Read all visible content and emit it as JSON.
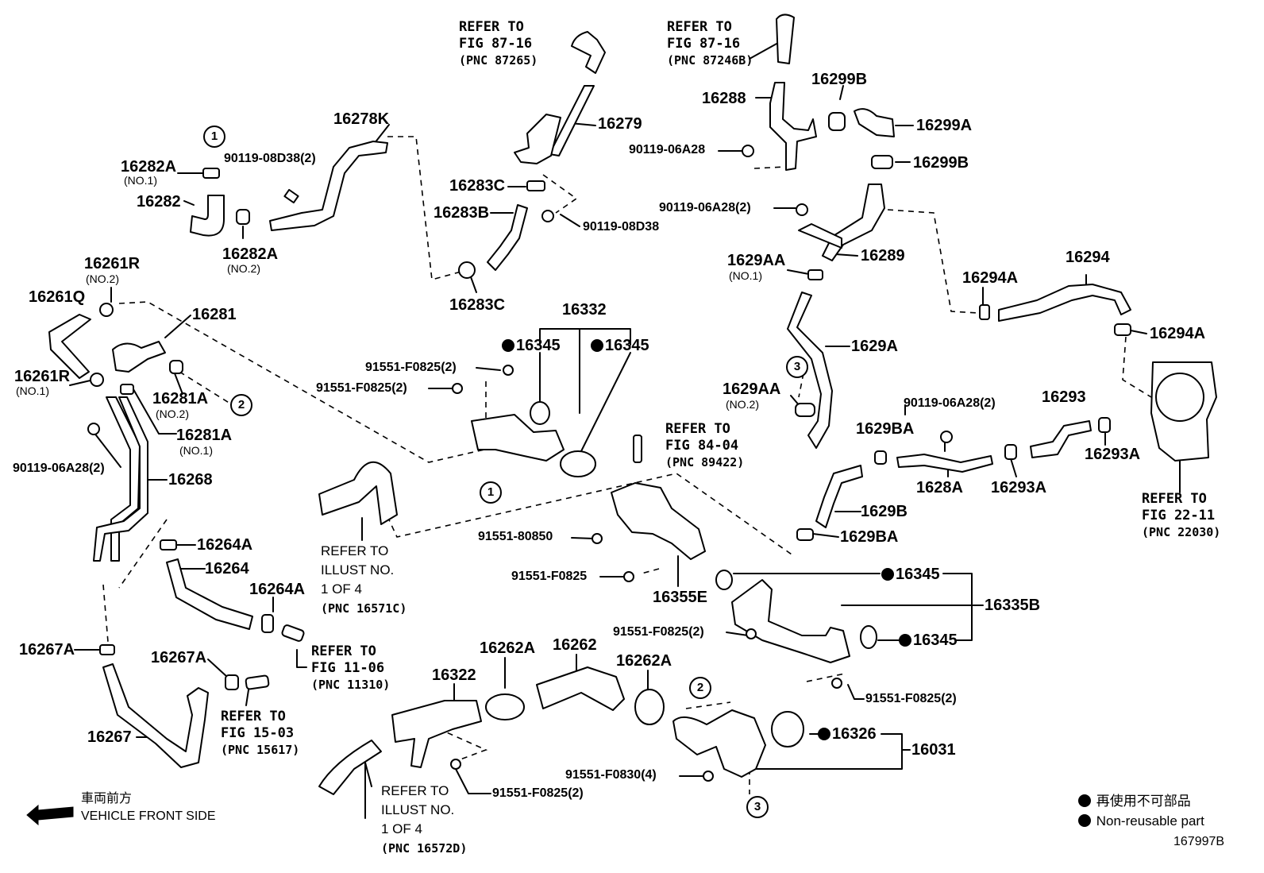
{
  "labels": {
    "p16278K": "16278K",
    "p16279": "16279",
    "p16288": "16288",
    "p16299B_top": "16299B",
    "p16299A": "16299A",
    "p16299B_mid": "16299B",
    "p16282A_1": "16282A",
    "no1_a": "(NO.1)",
    "p16282": "16282",
    "p16282A_2": "16282A",
    "no2_a": "(NO.2)",
    "b90119_08D38_2": "90119-08D38(2)",
    "p16283C_1": "16283C",
    "p16283B": "16283B",
    "b90119_08D38": "90119-08D38",
    "p16283C_2": "16283C",
    "b90119_06A28_r1": "90119-06A28",
    "b90119_06A28_2_r": "90119-06A28(2)",
    "p16289": "16289",
    "p1629AA_1": "1629AA",
    "no1_b": "(NO.1)",
    "p16294": "16294",
    "p16294A_1": "16294A",
    "p16294A_2": "16294A",
    "p16261R_2": "16261R",
    "no2_b": "(NO.2)",
    "p16261Q": "16261Q",
    "p16281": "16281",
    "p16261R_1": "16261R",
    "no1_c": "(NO.1)",
    "p16281A_2": "16281A",
    "no2_c": "(NO.2)",
    "p16281A_1": "16281A",
    "no1_d": "(NO.1)",
    "b90119_06A28_2_l": "90119-06A28(2)",
    "p16268": "16268",
    "p16332": "16332",
    "p16345_a": "16345",
    "p16345_b": "16345",
    "b91551_F0825_2_a": "91551-F0825(2)",
    "b91551_F0825_2_b": "91551-F0825(2)",
    "p1629A": "1629A",
    "p1629AA_2": "1629AA",
    "no2_d": "(NO.2)",
    "b90119_06A28_2_m": "90119-06A28(2)",
    "p16293": "16293",
    "p1629BA_1": "1629BA",
    "p1628A": "1628A",
    "p16293A_1": "16293A",
    "p16293A_2": "16293A",
    "p1629B": "1629B",
    "p1629BA_2": "1629BA",
    "p16264A_1": "16264A",
    "p16264": "16264",
    "p16264A_2": "16264A",
    "b91551_80850": "91551-80850",
    "b91551_F0825": "91551-F0825",
    "p16355E": "16355E",
    "p16345_c": "16345",
    "p16335B": "16335B",
    "p16345_d": "16345",
    "b91551_F0825_2_c": "91551-F0825(2)",
    "b91551_F0825_2_d": "91551-F0825(2)",
    "p16267A_1": "16267A",
    "p16267A_2": "16267A",
    "p16267": "16267",
    "p16262A_1": "16262A",
    "p16262": "16262",
    "p16262A_2": "16262A",
    "p16322": "16322",
    "p16326": "16326",
    "p16031": "16031",
    "b91551_F0830_4": "91551-F0830(4)",
    "b91551_F0825_2_e": "91551-F0825(2)"
  },
  "refs": {
    "r1": [
      "REFER TO",
      "FIG 87-16",
      "(PNC 87265)"
    ],
    "r2": [
      "REFER TO",
      "FIG 87-16",
      "(PNC 87246B)"
    ],
    "r3": [
      "REFER TO",
      "FIG 84-04",
      "(PNC 89422)"
    ],
    "r4": [
      "REFER TO",
      "FIG 22-11",
      "(PNC 22030)"
    ],
    "r5": [
      "REFER TO",
      "ILLUST NO.",
      "1 OF 4",
      "(PNC 16571C)"
    ],
    "r6": [
      "REFER TO",
      "FIG 11-06",
      "(PNC 11310)"
    ],
    "r7": [
      "REFER TO",
      "FIG 15-03",
      "(PNC 15617)"
    ],
    "r8": [
      "REFER TO",
      "ILLUST NO.",
      "1 OF 4",
      "(PNC 16572D)"
    ]
  },
  "circles": {
    "c1a": "1",
    "c1b": "1",
    "c2a": "2",
    "c2b": "2",
    "c3a": "3",
    "c3b": "3"
  },
  "footer": {
    "front_jp": "車両前方",
    "front_en": "VEHICLE FRONT SIDE",
    "legend_jp": "再使用不可部品",
    "legend_en": "Non-reusable part",
    "figure_id": "167997B"
  }
}
